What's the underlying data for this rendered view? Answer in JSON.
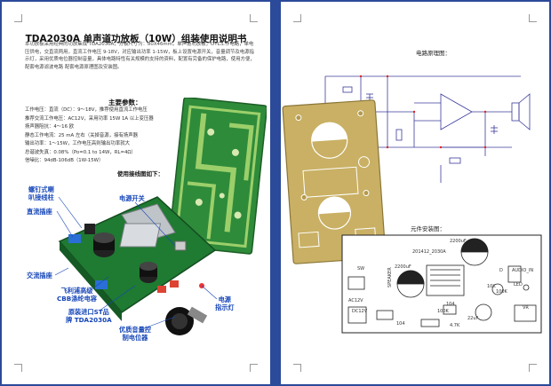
{
  "page1": {
    "title": "TDA2030A 单声道功放板（10W）组装使用说明书",
    "intro": "本功放板采用经典的功放集成 TDA2030A，分板尺寸为：80X46mm，单声道功放板，OTL工作电路，单电压供电，交直流两用，直流工作电压 9-18V，对应输出功率 1-15W，板上设置电源开关，音量调节及电源指示灯，采用优质电位器控制音量，具体电路特性有关规模的支持的资料，配置有完备的保护电路，使用方便，配套电源滤波电路",
    "intro_tail": "配套电源原理图及安装图。",
    "params_heading": "主要参数：",
    "specs": [
      "工作电压：直流（DC）：9～18V，推荐使用直流工作电压",
      "推荐交流工作电压：AC12V，采用功率 15W 1A 以上变压器",
      "扬声器阻抗：4～16 欧",
      "静态工作电流：25 mA 左右（关掉音源，接有扬声器",
      "输出功率：1～15W，工作电压高则输出功率就大",
      "总谐波失真：0.08%（Po=0.1 to 14W，RL=4Ω）",
      "信噪比：94dB-106dB（1W-15W）"
    ],
    "usage_heading": "使用接线图如下：",
    "callouts": {
      "speaker": "螺钉式喇\n叭接线柱",
      "dc": "直流插座",
      "power_switch": "电源开关",
      "ac": "交流插座",
      "capacitor": "飞利浦高级\nCBB涤纶电容",
      "chip": "原装进口ST品\n牌 TDA2030A",
      "pot": "优质音量控\n制电位器",
      "led": "电源\n指示灯"
    }
  },
  "page2": {
    "schematic_heading": "电路原理图：",
    "layout_heading": "元件安装图：",
    "pcb_texts": {
      "board": "201412_2030A",
      "speaker": "SPEAKER",
      "ac": "AC12V",
      "dc": "DC12V",
      "audio_in": "AUDIO_IN",
      "cap1": "2200uF",
      "cap2": "2200uF",
      "r1": "10K",
      "r2": "100K",
      "r3": "100K",
      "c104a": "104",
      "c104b": "104",
      "r47k": "4.7K",
      "r22uf": "22uF",
      "vr": "VR",
      "led": "LED",
      "sw": "SW",
      "d": "D"
    }
  },
  "colors": {
    "background": "#2b4a9a",
    "callout": "#1646b8",
    "pcb_green": "#2e8b3a",
    "pcb_tan": "#c9b064"
  }
}
